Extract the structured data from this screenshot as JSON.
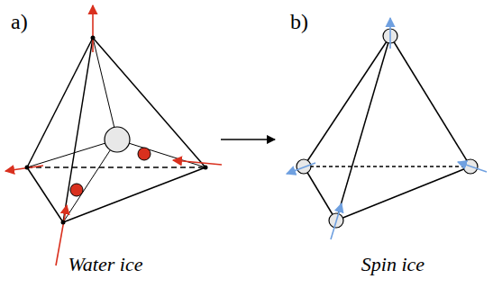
{
  "diagram": {
    "labels": [
      "a)",
      "b)",
      "Water ice",
      "Spin ice"
    ]
  }
}
